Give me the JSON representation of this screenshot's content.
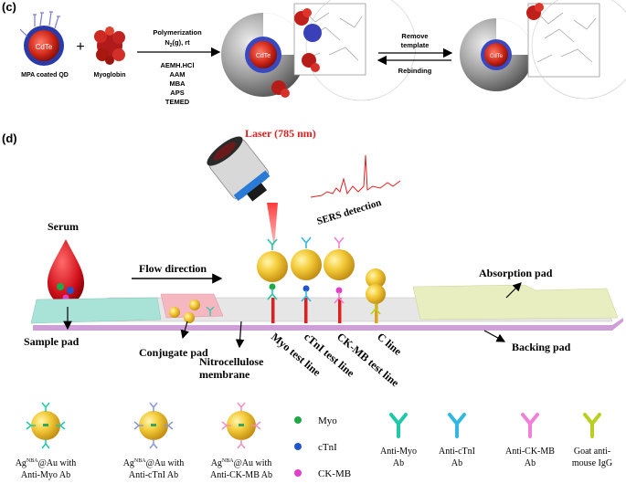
{
  "panel_c": {
    "label": "(c)",
    "qd_core": "CdTe",
    "qd_caption": "MPA coated QD",
    "plus": "+",
    "protein_caption": "Myoglobin",
    "step1_title": "Polymerization",
    "step1_cond_a": "N",
    "step1_cond_sub": "2",
    "step1_cond_b": "(g), rt",
    "reagents": [
      "AEMH.HCl",
      "AAM",
      "MBA",
      "APS",
      "TEMED"
    ],
    "mip_core": "CdTe",
    "remove_label_1": "Remove",
    "remove_label_2": "template",
    "rebinding_label": "Rebinding",
    "final_core": "CdTe"
  },
  "panel_d": {
    "label": "(d)",
    "laser": "Laser (785 nm)",
    "sers": "SERS detection",
    "serum": "Serum",
    "flow": "Flow direction",
    "absorption_pad": "Absorption pad",
    "backing_pad": "Backing pad",
    "sample_pad": "Sample pad",
    "conjugate_pad": "Conjugate pad",
    "membrane_1": "Nitrocellulose",
    "membrane_2": "membrane",
    "lines": [
      "Myo test line",
      "cTnI test line",
      "CK-MB test line",
      "C line"
    ]
  },
  "legend": {
    "probe_prefix": "Ag",
    "probe_sup": "NBA",
    "probe_suffix": "@Au with",
    "probes": [
      "Anti-Myo Ab",
      "Anti-cTnI Ab",
      "Anti-CK-MB Ab"
    ],
    "markers": [
      {
        "label": "Myo",
        "color": "#1fa84a"
      },
      {
        "label": "cTnI",
        "color": "#2255cc"
      },
      {
        "label": "CK-MB",
        "color": "#e040c8"
      }
    ],
    "antibodies": [
      {
        "line1": "Anti-Myo",
        "line2": "Ab",
        "color": "#20c8a8"
      },
      {
        "line1": "Anti-cTnI",
        "line2": "Ab",
        "color": "#30b8e0"
      },
      {
        "line1": "Anti-CK-MB",
        "line2": "Ab",
        "color": "#f080d8"
      },
      {
        "line1": "Goat anti-",
        "line2": "mouse IgG",
        "color": "#b8d020"
      }
    ]
  },
  "colors": {
    "sample_pad": "#a9e3d8",
    "conjugate_pad": "#f6b8c0",
    "membrane": "#e6e6e6",
    "absorption_pad": "#e9eec0",
    "backing_pad": "#cfa0d8",
    "test_line": "#e02020",
    "gold": "#f2c72c",
    "laser_text": "#e02020"
  }
}
